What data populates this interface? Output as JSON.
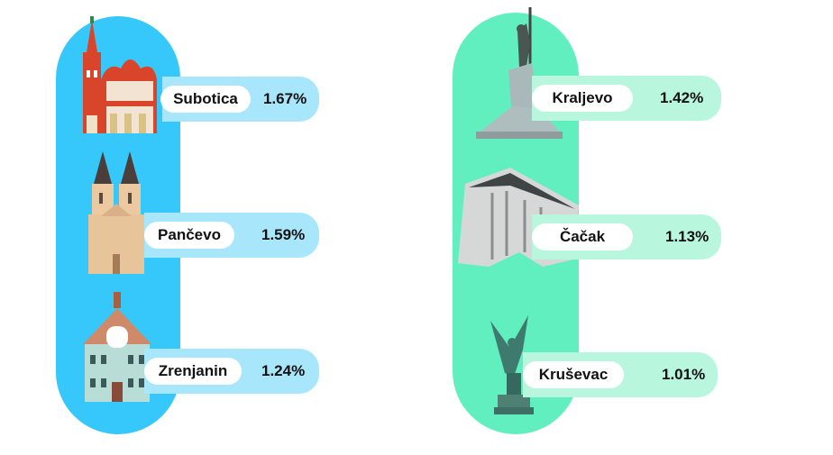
{
  "colors": {
    "left_pill": "#36c8fb",
    "left_bar": "#a8e6fc",
    "right_pill": "#62efc0",
    "right_bar": "#b8f6de"
  },
  "left": [
    {
      "city": "Subotica",
      "value": "1.67%",
      "icon": "subotica-city-hall-icon"
    },
    {
      "city": "Pančevo",
      "value": "1.59%",
      "icon": "pancevo-church-icon"
    },
    {
      "city": "Zrenjanin",
      "value": "1.24%",
      "icon": "zrenjanin-city-hall-icon"
    }
  ],
  "right": [
    {
      "city": "Kraljevo",
      "value": "1.42%",
      "icon": "kraljevo-monument-icon"
    },
    {
      "city": "Čačak",
      "value": "1.13%",
      "icon": "cacak-building-icon"
    },
    {
      "city": "Kruševac",
      "value": "1.01%",
      "icon": "krusevac-monument-icon"
    }
  ]
}
